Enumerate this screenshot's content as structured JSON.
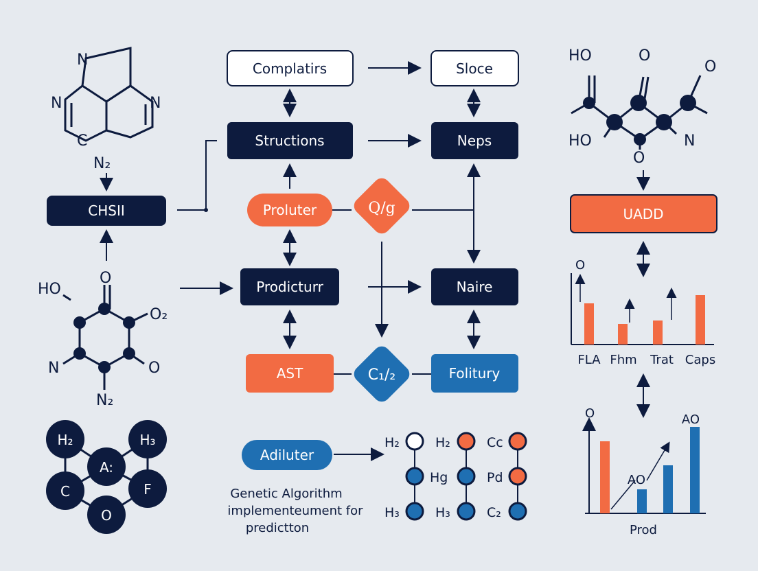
{
  "colors": {
    "background": "#e6eaef",
    "navy": "#0d1b3e",
    "orange": "#f26b43",
    "blue": "#1f6fb2",
    "white": "#ffffff"
  },
  "left_panel": {
    "top_molecule": {
      "atoms": [
        "N",
        "N",
        "C",
        "N"
      ]
    },
    "n2_label": "N₂",
    "chsil_box": "CHSII",
    "middle_molecule": {
      "atoms": [
        "HO",
        "O",
        "O₂",
        "N",
        "O",
        "N₂"
      ]
    },
    "bottom_molecule": {
      "atoms": [
        "H₂",
        "H₃",
        "A:",
        "C",
        "F",
        "O"
      ]
    }
  },
  "flow": {
    "complatirs": "Complatirs",
    "sloce": "Sloce",
    "structions": "Structions",
    "neps": "Neps",
    "proluter": "Proluter",
    "diamond_top": "Q/g",
    "producturr": "Prodicturr",
    "naire": "Naire",
    "ast": "AST",
    "diamond_bottom": "C₁/₂",
    "folitury": "Folitury",
    "adiluter": "Adiluter",
    "caption_line1": "Genetic Algorithm",
    "caption_line2": "implementeument for",
    "caption_line3": "predictton"
  },
  "chromosome": {
    "rows": [
      [
        "H₂",
        "H₂",
        "Cc"
      ],
      [
        "",
        "Hg",
        "Pd"
      ],
      [
        "H₃",
        "H₃",
        "C₂"
      ]
    ]
  },
  "right_panel": {
    "molecule": {
      "atoms": [
        "HO",
        "O",
        "O",
        "HO",
        "N",
        "O"
      ]
    },
    "uadd_box": "UADD"
  },
  "chart_data": [
    {
      "type": "bar",
      "categories": [
        "FLA",
        "Fhm",
        "Trat",
        "Caps"
      ],
      "values": [
        0.6,
        0.3,
        0.35,
        0.72
      ],
      "y_axis_label": "O",
      "arrow_up_markers": [
        1,
        1,
        1
      ],
      "color": "#f26b43"
    },
    {
      "type": "bar",
      "categories": [
        "",
        "",
        "",
        "",
        ""
      ],
      "series": [
        {
          "name": "",
          "values": [
            0.75,
            0.0,
            0.0,
            0.0,
            0.0
          ],
          "color": "#f26b43"
        },
        {
          "name": "",
          "values": [
            0.0,
            0.25,
            0.5,
            0.9,
            0.0
          ],
          "color": "#1f6fb2"
        }
      ],
      "y_axis_label": "O",
      "annotations": [
        "AO",
        "AO"
      ],
      "xlabel": "Prod"
    }
  ]
}
